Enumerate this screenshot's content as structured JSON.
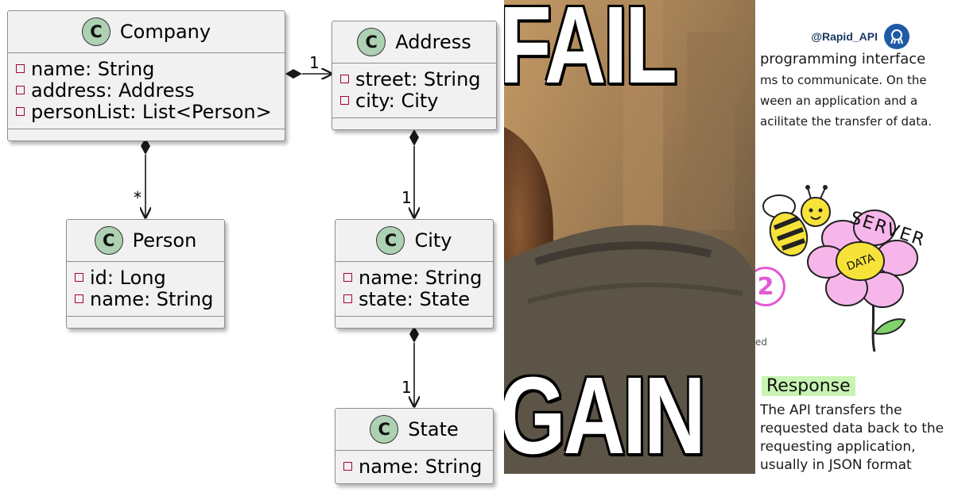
{
  "uml": {
    "classes": [
      {
        "key": "company",
        "badge": "C",
        "name": "Company",
        "attributes": [
          "name: String",
          "address: Address",
          "personList: List<Person>"
        ]
      },
      {
        "key": "address",
        "badge": "C",
        "name": "Address",
        "attributes": [
          "street: String",
          "city: City"
        ]
      },
      {
        "key": "person",
        "badge": "C",
        "name": "Person",
        "attributes": [
          "id: Long",
          "name: String"
        ]
      },
      {
        "key": "city",
        "badge": "C",
        "name": "City",
        "attributes": [
          "name: String",
          "state: State"
        ]
      },
      {
        "key": "state",
        "badge": "C",
        "name": "State",
        "attributes": [
          "name: String"
        ]
      }
    ],
    "relations": [
      {
        "from": "Company",
        "to": "Address",
        "kind": "composition",
        "multiplicity": "1"
      },
      {
        "from": "Company",
        "to": "Person",
        "kind": "composition",
        "multiplicity": "*"
      },
      {
        "from": "Address",
        "to": "City",
        "kind": "composition",
        "multiplicity": "1"
      },
      {
        "from": "City",
        "to": "State",
        "kind": "composition",
        "multiplicity": "1"
      }
    ],
    "colors": {
      "box_fill": "#f1f1f1",
      "box_border": "#8e8e8e",
      "badge_fill": "#add1b2",
      "visibility_marker": "#a80036"
    }
  },
  "meme": {
    "top_text": "FAIL",
    "bottom_text": "GAIN"
  },
  "sketch": {
    "handle": "@Rapid_API",
    "logo_icon": "octopus-logo-icon",
    "intro_lines": [
      "programming interface",
      "ms to communicate. On the",
      "ween an application and a",
      "acilitate the transfer of data."
    ],
    "step_number": "2",
    "server_label": "SERVER",
    "data_label": "DATA",
    "stray_text": "ed",
    "response_title": "Response",
    "response_lines": [
      "The API transfers the",
      "requested data back to the",
      "requesting application,",
      "usually in JSON format"
    ],
    "colors": {
      "highlight": "#c8f3b2",
      "accent_pink": "#e35ad2",
      "petal": "#f7b6ea",
      "bee": "#f7e23a",
      "logo": "#1f5aa6"
    }
  }
}
